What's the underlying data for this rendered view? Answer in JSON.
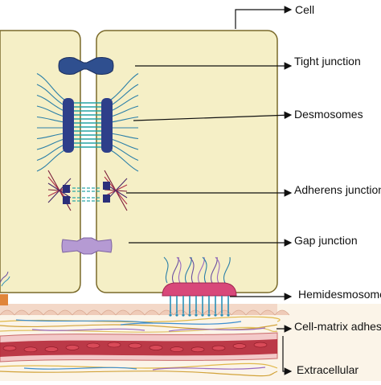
{
  "labels": {
    "cell": "Cell",
    "tight_junction": "Tight junction",
    "desmosomes": "Desmosomes",
    "adherens_junction": "Adherens junction",
    "gap_junction": "Gap junction",
    "hemidesmosome": "Hemidesmosome",
    "cell_matrix_adhesion": "Cell-matrix adhesion",
    "extracellular": "Extracellular"
  },
  "colors": {
    "cell_fill": "#f5efc6",
    "cell_border": "#7a6a2a",
    "tight_junction": "#2f4f8f",
    "desmosome_plaque": "#2e3f8a",
    "desmosome_filaments": "#2a7fa8",
    "desmosome_cadherins": "#23a3a3",
    "adherens": "#7a1e3a",
    "adherens_plaque": "#2b2f7a",
    "gap_junction": "#b59ad3",
    "hemidesmosome": "#d8487a",
    "integrins": "#2a8fb8",
    "membrane_pink": "#e8c0c0",
    "vessel_red": "#b02030",
    "arrow": "#111111"
  }
}
